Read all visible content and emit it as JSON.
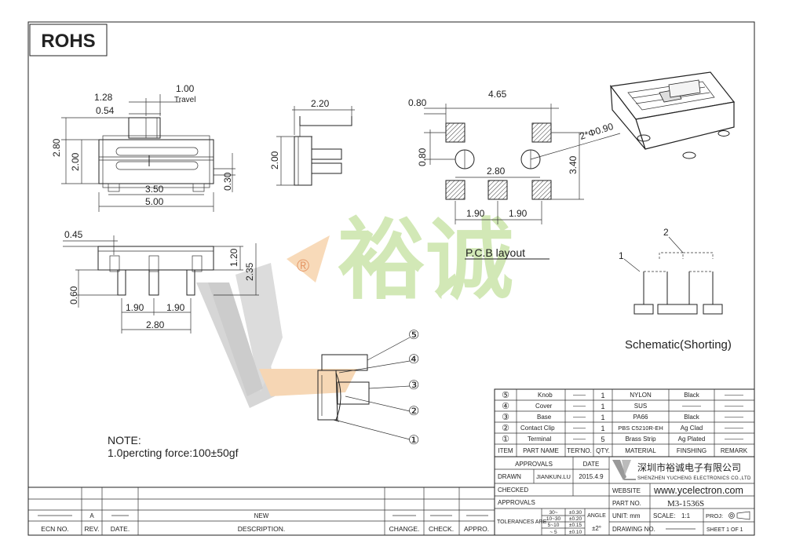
{
  "rohs": "ROHS",
  "front_view": {
    "dim_1_28": "1.28",
    "dim_1_00": "1.00",
    "travel": "Travel",
    "dim_0_54": "0.54",
    "dim_2_80": "2.80",
    "dim_2_00": "2.00",
    "dim_0_30": "0.30",
    "dim_3_50": "3.50",
    "dim_5_00": "5.00"
  },
  "side_view": {
    "dim_2_20": "2.20",
    "dim_2_00": "2.00"
  },
  "bottom_view": {
    "dim_0_45": "0.45",
    "dim_1_20": "1.20",
    "dim_2_35": "2.35",
    "dim_0_60": "0.60",
    "dim_1_90_a": "1.90",
    "dim_1_90_b": "1.90",
    "dim_2_80": "2.80"
  },
  "pcb": {
    "dim_0_80_top": "0.80",
    "dim_4_65": "4.65",
    "dim_0_80_left": "0.80",
    "hole_label": "2*Φ0.90",
    "dim_2_80": "2.80",
    "dim_3_40": "3.40",
    "dim_1_90_a": "1.90",
    "dim_1_90_b": "1.90",
    "title": "P.C.B layout"
  },
  "schematic": {
    "label_1": "1",
    "label_2": "2",
    "title": "Schematic(Shorting)"
  },
  "watermark": {
    "brand_cn": "裕诚",
    "registered": "®"
  },
  "exploded": {
    "callouts": [
      "⑤",
      "④",
      "③",
      "②",
      "①"
    ]
  },
  "note": {
    "title": "NOTE:",
    "line1": "1.0percting force:100±50gf"
  },
  "bom": {
    "rows": [
      {
        "item": "⑤",
        "name": "Knob",
        "ter": "——",
        "qty": "1",
        "material": "NYLON",
        "finish": "Black",
        "remark": "———"
      },
      {
        "item": "④",
        "name": "Cover",
        "ter": "——",
        "qty": "1",
        "material": "SUS",
        "finish": "———",
        "remark": "———"
      },
      {
        "item": "③",
        "name": "Base",
        "ter": "——",
        "qty": "1",
        "material": "PA66",
        "finish": "Black",
        "remark": "———"
      },
      {
        "item": "②",
        "name": "Contact Clip",
        "ter": "——",
        "qty": "1",
        "material": "PBS C5210R-EH",
        "finish": "Ag Clad",
        "remark": "———"
      },
      {
        "item": "①",
        "name": "Terminal",
        "ter": "——",
        "qty": "5",
        "material": "Brass Strip",
        "finish": "Ag Plated",
        "remark": "———"
      }
    ],
    "header": {
      "item": "ITEM",
      "name": "PART NAME",
      "ter": "TER'NO.",
      "qty": "QTY.",
      "material": "MATERIAL",
      "finish": "FINSHING",
      "remark": "REMARK"
    }
  },
  "titleblock": {
    "approvals": "APPROVALS",
    "date": "DATE",
    "drawn": "DRAWN",
    "drawn_by": "JIANKUN.LU",
    "drawn_date": "2015.4.9",
    "checked": "CHECKED",
    "approvals2": "APPROVALS",
    "tolerances": "TOLERANCES ARE",
    "tol_ranges": [
      "30~",
      "10~30",
      "5~10",
      "~ 5"
    ],
    "tol_values": [
      "±0.30",
      "±0.20",
      "±0.15",
      "±0.10"
    ],
    "angle": "ANGLE",
    "angle_value": "±2°",
    "company_cn": "深圳市裕诚电子有限公司",
    "company_en": "SHENZHEN YUCHENG ELECTRONICS CO.,LTD",
    "website_label": "WEBSITE",
    "website": "www.ycelectron.com",
    "part_no_label": "PART NO.",
    "part_no": "M3-1536S",
    "unit": "UNIT: mm",
    "scale_label": "SCALE:",
    "scale": "1:1",
    "proj": "PROJ:",
    "drawing_no": "DRAWING NO.",
    "sheet": "SHEET   1  OF  1"
  },
  "revision": {
    "ecn": "ECN NO.",
    "rev_value": "A",
    "rev": "REV.",
    "date": "DATE.",
    "new": "NEW",
    "description": "DESCRIPTION.",
    "change": "CHANGE.",
    "check": "CHECK.",
    "appro": "APPRO."
  }
}
